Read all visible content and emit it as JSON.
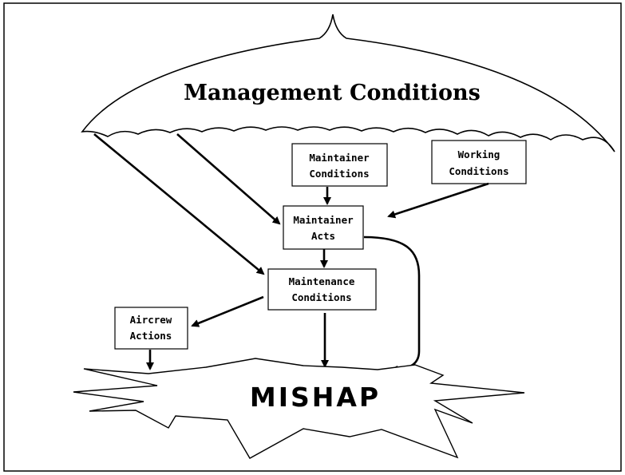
{
  "umbrella": {
    "title": "Management Conditions"
  },
  "boxes": {
    "maintainer_conditions": {
      "line1": "Maintainer",
      "line2": "Conditions"
    },
    "working_conditions": {
      "line1": "Working",
      "line2": "Conditions"
    },
    "maintainer_acts": {
      "line1": "Maintainer",
      "line2": "Acts"
    },
    "maintenance_conditions": {
      "line1": "Maintenance",
      "line2": "Conditions"
    },
    "aircrew_actions": {
      "line1": "Aircrew",
      "line2": "Actions"
    }
  },
  "outcome": {
    "label": "MISHAP"
  }
}
